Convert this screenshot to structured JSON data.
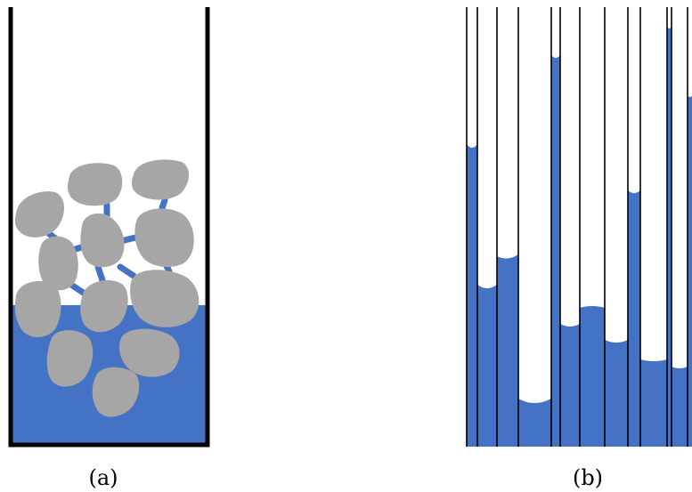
{
  "colors": {
    "water": "#4472C4",
    "grain": "#A6A6A6",
    "outline": "#000000",
    "background": "#FFFFFF"
  },
  "panels": [
    {
      "id": "a",
      "caption": "(a)",
      "content": "grains-in-container"
    },
    {
      "id": "b",
      "caption": "(b)",
      "content": "capillary-tubes"
    }
  ]
}
